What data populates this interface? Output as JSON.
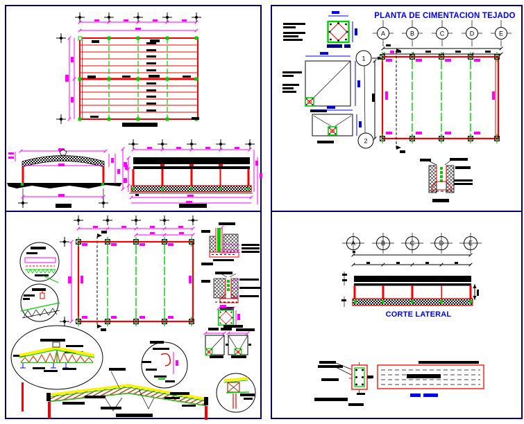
{
  "titles": {
    "foundation_plan": "PLANTA DE CIMENTACION TEJADO",
    "lateral_section": "CORTE LATERAL"
  },
  "foundation_plan_grid": {
    "cols": [
      "A",
      "B",
      "C",
      "D",
      "E"
    ],
    "rows": [
      "1",
      "2"
    ]
  },
  "lateral_section_grid": {
    "cols": [
      "A",
      "B",
      "C",
      "D",
      "E"
    ]
  },
  "colors": {
    "frame_navy": "#000066",
    "structure_red": "#F40000",
    "axis_green": "#00CC00",
    "dimension_magenta": "#FF00FF",
    "detail_dim_blue": "#0000F0",
    "titles": "#0000E0",
    "truss_chord_yellow": "#FFF000",
    "truss_web_rust": "#9A3B10"
  }
}
